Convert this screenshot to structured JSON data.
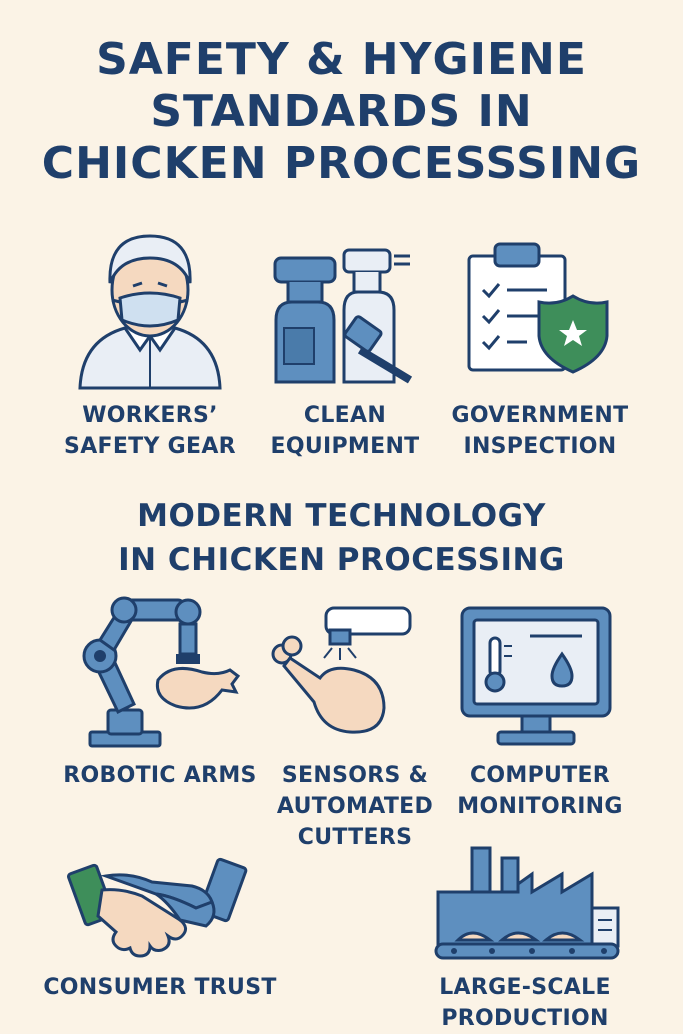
{
  "title": {
    "line1": "SAFETY & HYGIENE",
    "line2": "STANDARDS IN",
    "line3": "CHICKEN PROCESSSING"
  },
  "section2": {
    "line1": "MODERN TECHNOLOGY",
    "line2": "IN CHICKEN PROCESSING"
  },
  "items": [
    {
      "icon": "worker-mask-icon",
      "line1": "WORKERS’",
      "line2": "SAFETY GEAR"
    },
    {
      "icon": "spray-bottle-brush-icon",
      "line1": "CLEAN",
      "line2": "EQUIPMENT"
    },
    {
      "icon": "clipboard-shield-icon",
      "line1": "GOVERNMENT",
      "line2": "INSPECTION"
    },
    {
      "icon": "robotic-arm-icon",
      "line1": "ROBOTIC ARMS"
    },
    {
      "icon": "sensor-chicken-leg-icon",
      "line1": "SENSORS &",
      "line2": "AUTOMATED",
      "line3": "CUTTERS"
    },
    {
      "icon": "computer-monitor-icon",
      "line1": "COMPUTER",
      "line2": "MONITORING"
    },
    {
      "icon": "handshake-icon",
      "line1": "CONSUMER TRUST"
    },
    {
      "icon": "factory-conveyor-icon",
      "line1": "LARGE-SCALE",
      "line2": "PRODUCTION"
    }
  ],
  "colors": {
    "background": "#FBF3E6",
    "navy": "#1F3F6B",
    "steel_blue": "#5E8FBF",
    "green": "#3E8E5A",
    "skin": "#F5D9C0"
  }
}
